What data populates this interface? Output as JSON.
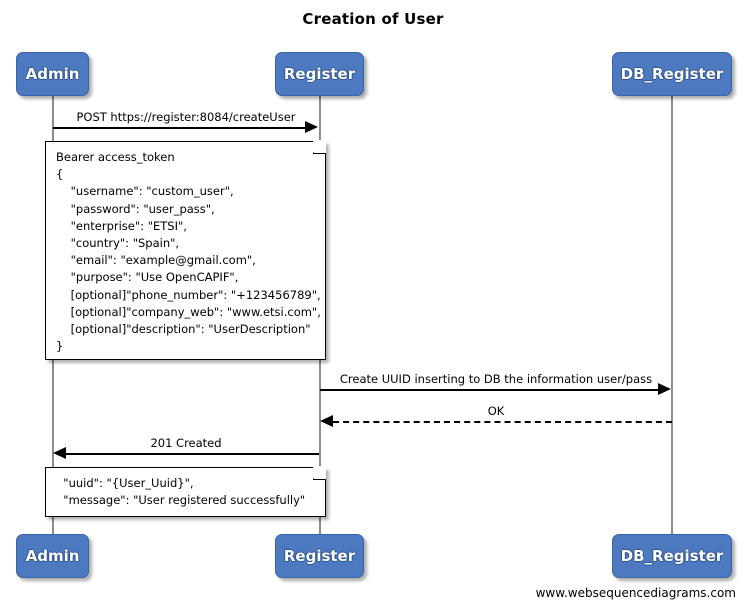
{
  "diagram": {
    "title": "Creation of User",
    "type": "sequence-diagram",
    "accent_color": "#4c79c0",
    "lifeline_color": "#8c8c8c",
    "footer_credit": "www.websequencediagrams.com"
  },
  "participants": [
    {
      "id": "admin",
      "label": "Admin"
    },
    {
      "id": "register",
      "label": "Register"
    },
    {
      "id": "db_register",
      "label": "DB_Register"
    }
  ],
  "messages": [
    {
      "id": "m1",
      "label": "POST https://register:8084/createUser",
      "from": "admin",
      "to": "register",
      "style": "solid",
      "direction": "right"
    },
    {
      "id": "m2",
      "label": "Create UUID inserting to DB the information user/pass",
      "from": "register",
      "to": "db_register",
      "style": "solid",
      "direction": "right"
    },
    {
      "id": "m3",
      "label": "OK",
      "from": "db_register",
      "to": "register",
      "style": "dashed",
      "direction": "left"
    },
    {
      "id": "m4",
      "label": "201 Created",
      "from": "register",
      "to": "admin",
      "style": "solid",
      "direction": "left"
    }
  ],
  "notes": [
    {
      "id": "request-note",
      "attached_to": "admin",
      "lines": [
        "Bearer access_token",
        "{",
        "    \"username\": \"custom_user\",",
        "    \"password\": \"user_pass\",",
        "    \"enterprise\": \"ETSI\",",
        "    \"country\": \"Spain\",",
        "    \"email\": \"example@gmail.com\",",
        "    \"purpose\": \"Use OpenCAPIF\",",
        "    [optional]\"phone_number\": \"+123456789\",",
        "    [optional]\"company_web\": \"www.etsi.com\",",
        "    [optional]\"description\": \"UserDescription\"",
        "}"
      ]
    },
    {
      "id": "response-note",
      "attached_to": "admin",
      "lines": [
        "  \"uuid\": \"{User_Uuid}\",",
        "  \"message\": \"User registered successfully\""
      ]
    }
  ]
}
